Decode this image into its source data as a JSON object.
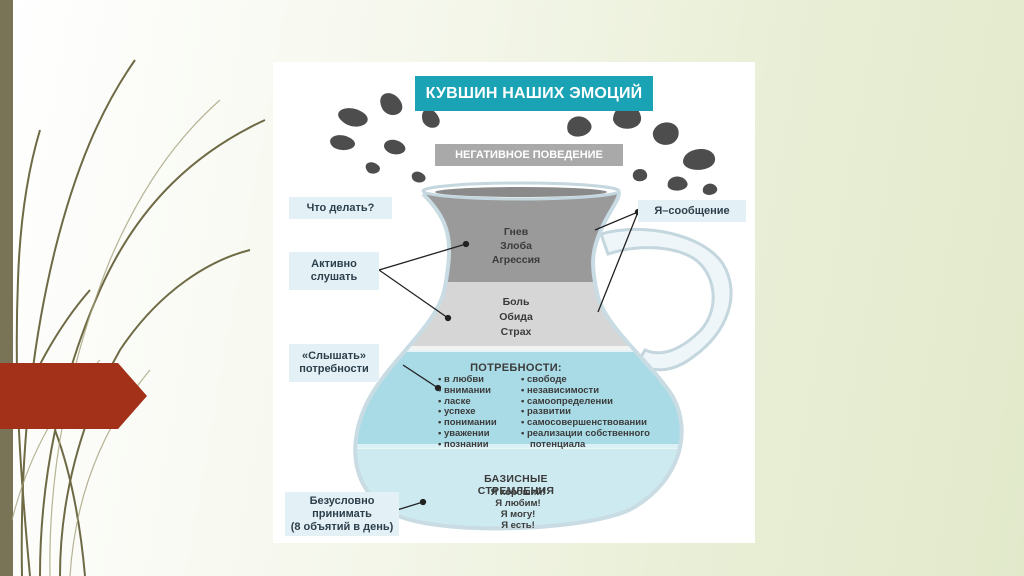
{
  "title": "КУВШИН НАШИХ ЭМОЦИЙ",
  "negative_behavior": "НЕГАТИВНОЕ ПОВЕДЕНИЕ",
  "side_labels": {
    "what_to_do": "Что делать?",
    "active_listen_1": "Активно",
    "active_listen_2": "слушать",
    "hear_needs_1": "«Слышать»",
    "hear_needs_2": "потребности",
    "accept_1": "Безусловно",
    "accept_2": "принимать",
    "accept_3": "(8 объятий в день)",
    "i_message": "Я–сообщение"
  },
  "top_layer": [
    "Гнев",
    "Злоба",
    "Агрессия"
  ],
  "middle_layer": [
    "Боль",
    "Обида",
    "Страх"
  ],
  "needs": {
    "title": "ПОТРЕБНОСТИ:",
    "left": [
      "в любви",
      "внимании",
      "ласке",
      "успехе",
      "понимании",
      "уважении",
      "познании"
    ],
    "right": [
      "свободе",
      "независимости",
      "самоопределении",
      "развитии",
      "самосовершенствовании",
      "реализации собственного",
      "потенциала"
    ]
  },
  "basic": {
    "title": "БАЗИСНЫЕ СТРЕМЛЕНИЯ",
    "lines": [
      "Я хороший!",
      "Я любим!",
      "Я могу!",
      "Я есть!"
    ]
  },
  "colors": {
    "title_bg": "#1aa3b5",
    "negative_bg": "#a9a9a9",
    "side_box_bg": "#e3f1f7",
    "layer_top": "#9a9a9a",
    "layer_middle": "#d6d6d6",
    "layer_needs": "#a9dbe6",
    "layer_basic": "#cdeaf0",
    "accent_red": "#a3311a",
    "strip": "#7a7456"
  }
}
